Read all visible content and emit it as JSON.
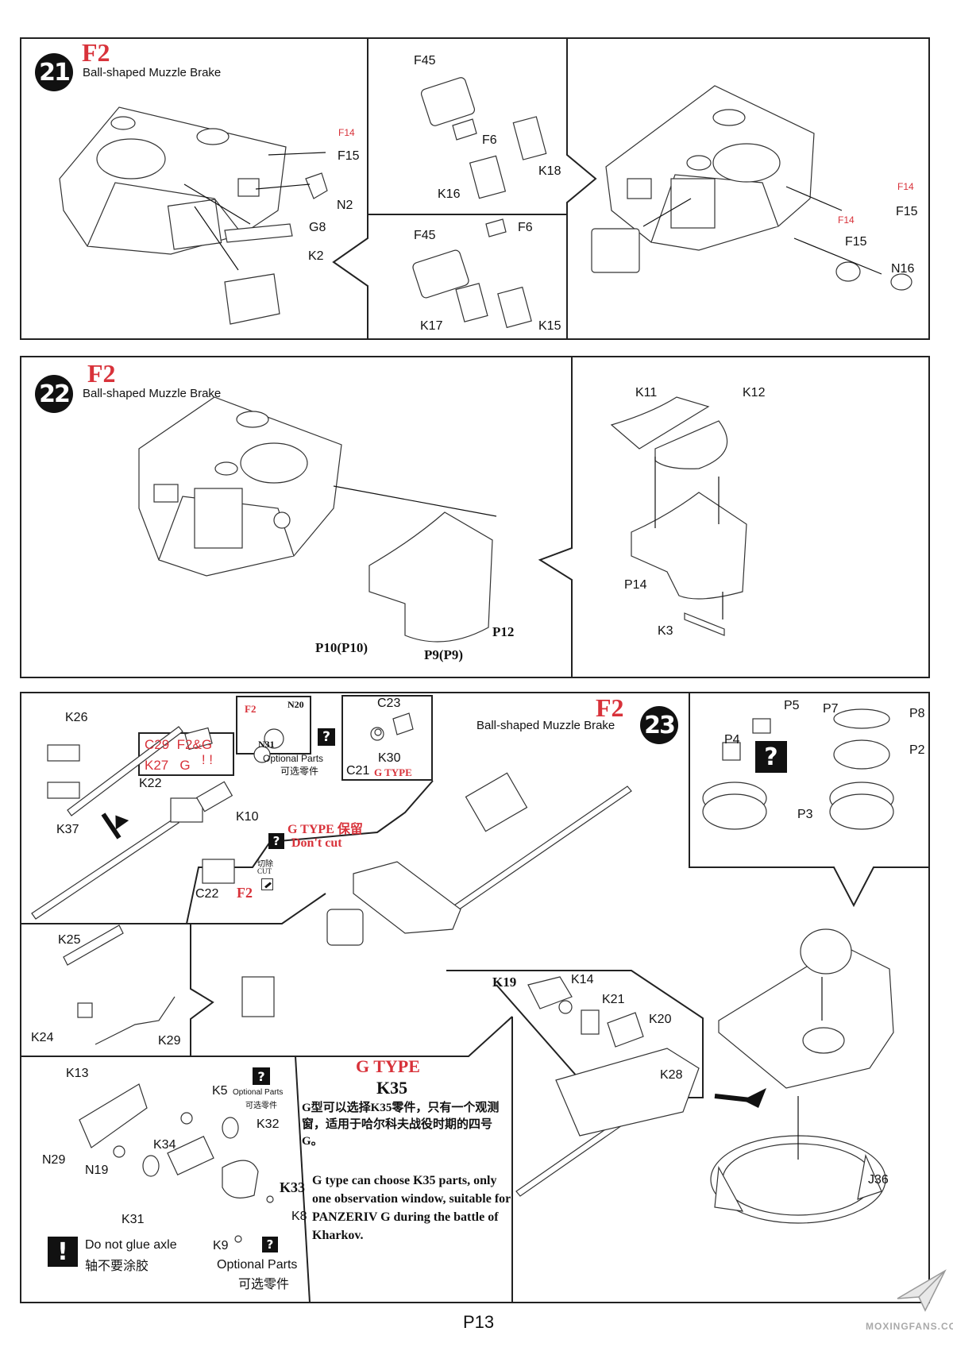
{
  "page": {
    "number_label": "P13",
    "watermark": "MOXINGFANS.COM"
  },
  "colors": {
    "accent_red": "#d8323a",
    "ink": "#111111"
  },
  "step21": {
    "number": "21",
    "variant": "F2",
    "subtitle": "Ball-shaped Muzzle Brake",
    "labels": {
      "f14": "F14",
      "f15": "F15",
      "n2": "N2",
      "g8": "G8",
      "k2": "K2"
    },
    "inset_top": {
      "f45": "F45",
      "f6": "F6",
      "k16": "K16",
      "k18": "K18"
    },
    "inset_bottom": {
      "f45": "F45",
      "f6": "F6",
      "k17": "K17",
      "k15": "K15"
    },
    "right": {
      "f14a": "F14",
      "f15a": "F15",
      "f14b": "F14",
      "f15b": "F15",
      "n16": "N16"
    }
  },
  "step22": {
    "number": "22",
    "variant": "F2",
    "subtitle": "Ball-shaped Muzzle Brake",
    "labels": {
      "p10": "P10(P10)",
      "p9": "P9(P9)",
      "p12": "P12"
    },
    "right": {
      "k11": "K11",
      "k12": "K12",
      "p14": "P14",
      "k3": "K3"
    }
  },
  "step23": {
    "number": "23",
    "variant": "F2",
    "subtitle": "Ball-shaped Muzzle Brake",
    "barrel": {
      "k26": "K26",
      "k37": "K37",
      "k22": "K22",
      "k10": "K10",
      "c22": "C22",
      "note_line1_a": "C29",
      "note_line1_b": "F2&G",
      "note_line2_a": "K27",
      "note_line2_b": "G",
      "note_marks": "! !"
    },
    "optional_f2": {
      "variant": "F2",
      "n20": "N20",
      "n31": "N31",
      "optional_en": "Optional Parts",
      "optional_cn": "可选零件"
    },
    "gtype_box": {
      "c23": "C23",
      "k30": "K30",
      "c21": "C21",
      "tag": "G TYPE"
    },
    "gtype_keep": {
      "line1": "G TYPE 保留",
      "line2": "Don't cut"
    },
    "cut": {
      "cn": "切除",
      "en": "CUT",
      "variant": "F2"
    },
    "mg": {
      "k25": "K25",
      "k24": "K24",
      "k29": "K29"
    },
    "mantlet": {
      "k19": "K19",
      "k14": "K14",
      "k21": "K21",
      "k20": "K20",
      "k28": "K28"
    },
    "cupola": {
      "p5": "P5",
      "p4": "P4",
      "p7": "P7",
      "p8": "P8",
      "p2": "P2",
      "p3": "P3"
    },
    "ring": {
      "j36": "J36"
    },
    "visor": {
      "k13": "K13",
      "k5": "K5",
      "k32": "K32",
      "k34": "K34",
      "n29": "N29",
      "n19": "N19",
      "k31": "K31",
      "k33": "K33",
      "k8": "K8",
      "k9": "K9",
      "optional_en": "Optional Parts",
      "optional_cn": "可选零件",
      "optional2_en": "Optional Parts",
      "optional2_cn": "可选零件",
      "warning_en": "Do not glue axle",
      "warning_cn": "轴不要涂胶"
    },
    "gtype_note": {
      "title": "G TYPE",
      "part": "K35",
      "cn": "G型可以选择K35零件，只有一个观测窗，适用于哈尔科夫战役时期的四号G。",
      "en": "G type can choose K35 parts, only one observation window, suitable for PANZERIV G during the battle of Kharkov."
    }
  },
  "icons": {
    "question": "?",
    "exclamation": "!"
  }
}
